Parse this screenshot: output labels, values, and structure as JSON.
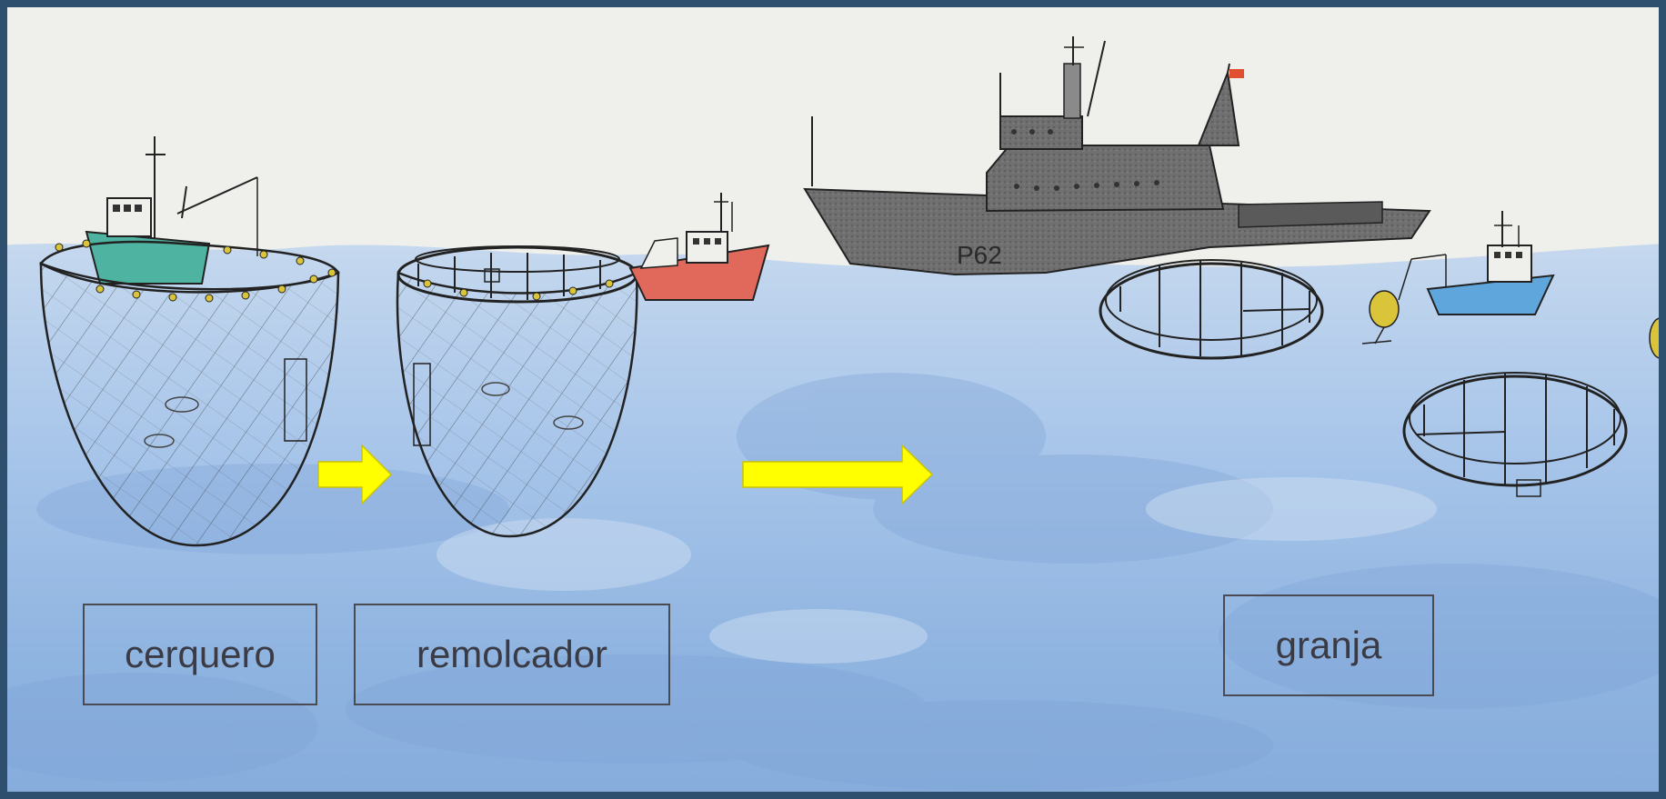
{
  "labels": {
    "cerquero": "cerquero",
    "remolcador": "remolcador",
    "granja": "granja"
  },
  "hull_marking": "P62",
  "colors": {
    "paper": "#eeeeeb",
    "frame": "#2f4f6f",
    "sea_light": "#b8cfe8",
    "sea_mid": "#93b7e1",
    "sea_deep": "#7fa8d8",
    "arrow": "#ffff00",
    "purse_seiner_hull": "#4fb3a1",
    "tug_hull": "#e0695c",
    "patrol_ship": "#6d6d6d",
    "small_boat_hull": "#5ea6dc",
    "buoy": "#d9c43a"
  },
  "icons": [
    "purse-seiner-boat",
    "tow-boat",
    "patrol-ship",
    "small-boat",
    "net-cage",
    "fish",
    "buoy",
    "arrow"
  ]
}
